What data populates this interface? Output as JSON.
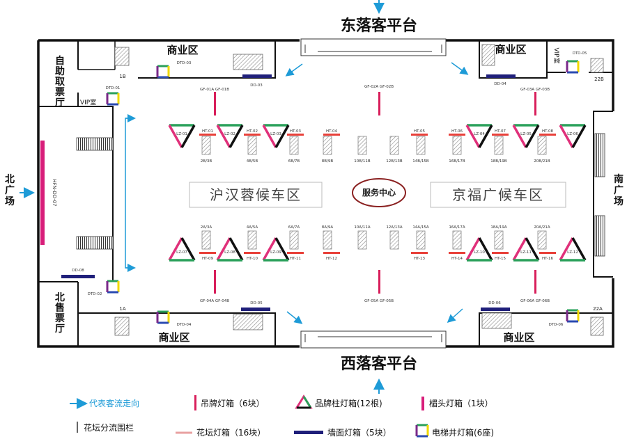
{
  "labels": {
    "east_platform": "东落客平台",
    "west_platform": "西落客平台",
    "commercial": "商业区",
    "north_square": [
      "北",
      "广",
      "场"
    ],
    "south_square": [
      "南",
      "广",
      "场"
    ],
    "self_ticket": [
      "自",
      "助",
      "取",
      "票",
      "厅"
    ],
    "north_ticket": [
      "北",
      "售",
      "票",
      "厅"
    ],
    "vip": "VIP室",
    "wait_left": "沪汉蓉候车区",
    "wait_right": "京福广候车区",
    "service_center": "服务中心",
    "hfn": "HFN-DD-07"
  },
  "codes": {
    "dtd01": "DTD-01",
    "dtd02": "DTD-02",
    "dtd03": "DTD-03",
    "dtd04": "DTD-04",
    "dtd05": "DTD-05",
    "dtd06": "DTD-06",
    "dd03": "DD-03",
    "dd04": "DD-04",
    "dd05": "DD-05",
    "dd06": "DD-06",
    "dd08": "DD-08",
    "gf01": "GF-01A  GF-01B",
    "gf02": "GF-02A  GF-02B",
    "gf03": "GF-03A  GF-03B",
    "gf04": "GF-04A  GF-04B",
    "gf05": "GF-05A  GF-05B",
    "gf06": "GF-06A  GF-06B",
    "b1": "1B",
    "b22": "22B",
    "a1": "1A",
    "a22": "22A"
  },
  "gates_top": [
    "2B/3B",
    "4B/5B",
    "6B/7B",
    "8B/9B",
    "10B/11B",
    "12B/13B",
    "14B/15B",
    "16B/17B",
    "18B/19B",
    "20B/21B"
  ],
  "gates_bottom": [
    "2A/3A",
    "4A/5A",
    "6A/7A",
    "8A/9A",
    "10A/11A",
    "12A/13A",
    "14A/15A",
    "16A/17A",
    "18A/19A",
    "20A/21A"
  ],
  "triangles_top": [
    "LZ-01",
    "LZ-02",
    "LZ-03",
    "LZ-04",
    "LZ-05",
    "LZ-06"
  ],
  "triangles_bottom": [
    "LZ-07",
    "LZ-08",
    "LZ-09",
    "LZ-10",
    "LZ-11",
    "LZ-12"
  ],
  "flower_boxes_top": [
    "HT-01",
    "HT-02",
    "HT-03",
    "HT-04",
    "HT-05",
    "HT-06",
    "HT-07",
    "HT-08"
  ],
  "flower_boxes_bottom": [
    "HT-09",
    "HT-10",
    "HT-11",
    "HT-12",
    "HT-13",
    "HT-14",
    "HT-15",
    "HT-16"
  ],
  "legend": {
    "flow": "代表客流走向",
    "hanging": "吊牌灯箱（6块）",
    "brand_column": "品牌柱灯箱(12根)",
    "lintel": "楣头灯箱（1块）",
    "barrier": "花坛分流围栏",
    "flower": "花坛灯箱（16块）",
    "wall": "墙面灯箱（5块）",
    "elevator": "电梯井灯箱(6座)"
  },
  "colors": {
    "hanging": "#d81e5b",
    "column_a": "#e0307a",
    "column_b": "#2aa05a",
    "column_c": "#111111",
    "flower": "#e8403a",
    "wall": "#1f1f7a",
    "arrow": "#1e9bd7",
    "lintel": "#d81e7a",
    "elev_top": "#2aa05a",
    "elev_right": "#f0d800",
    "elev_left": "#7a2a8a",
    "elev_bottom": "#2a4ab0"
  }
}
